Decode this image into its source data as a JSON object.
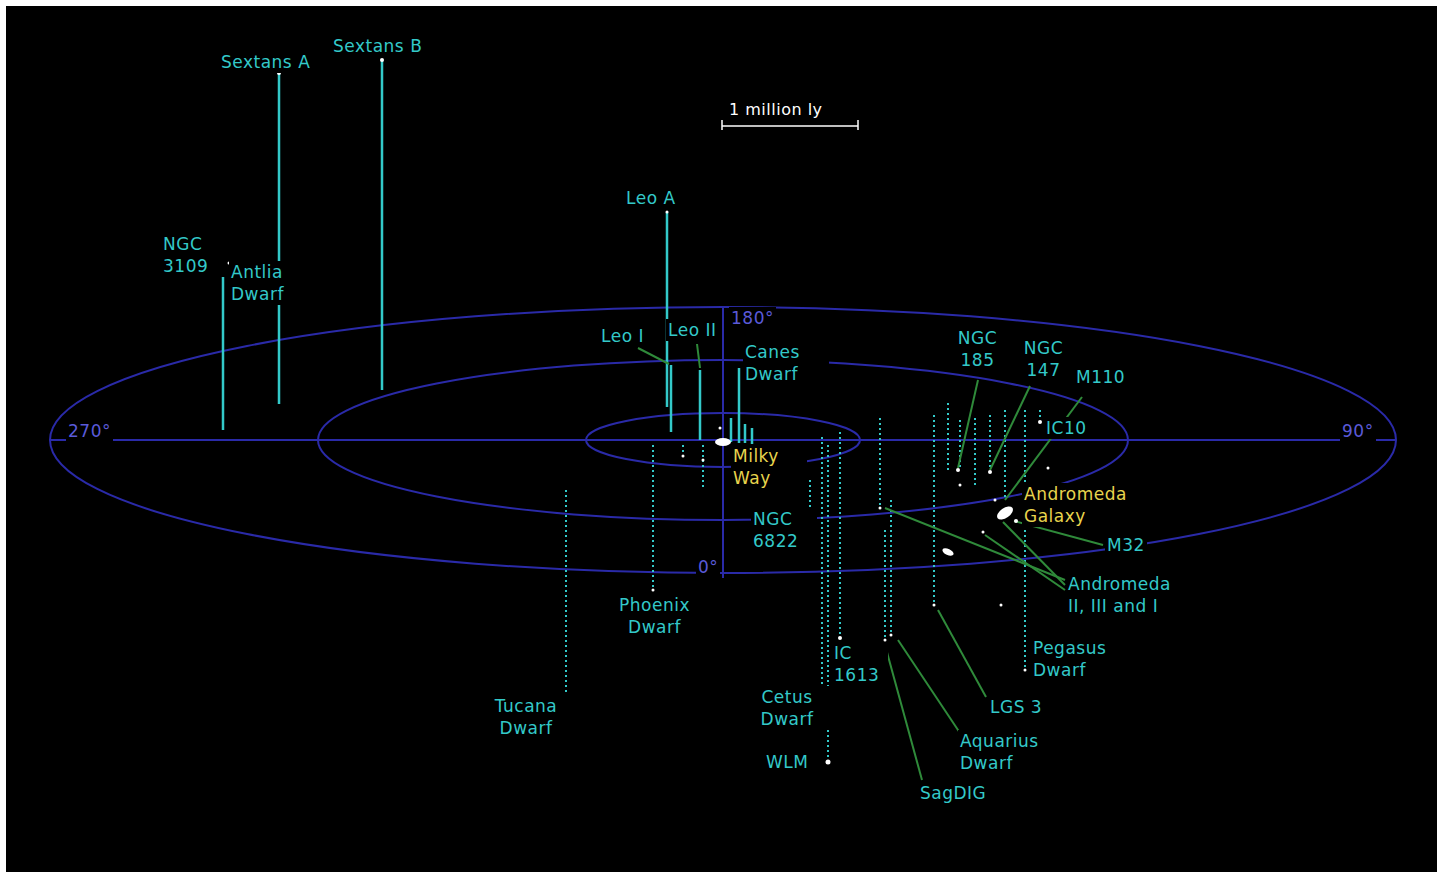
{
  "diagram": {
    "labels": [
      "Sextans A",
      "Sextans B",
      "1 million ly",
      "NGC 3109",
      "Antlia Dwarf",
      "Leo A",
      "180°",
      "Leo I",
      "Leo II",
      "Canes Dwarf",
      "270°",
      "90°",
      "NGC 185",
      "NGC 147",
      "M110",
      "IC10",
      "Milky Way",
      "Andromeda Galaxy",
      "NGC 6822",
      "M32",
      "0°",
      "Phoenix Dwarf",
      "Andromeda II, III and I",
      "Pegasus Dwarf",
      "IC 1613",
      "Tucana Dwarf",
      "Cetus Dwarf",
      "LGS 3",
      "Aquarius Dwarf",
      "WLM",
      "SagDIG"
    ]
  }
}
